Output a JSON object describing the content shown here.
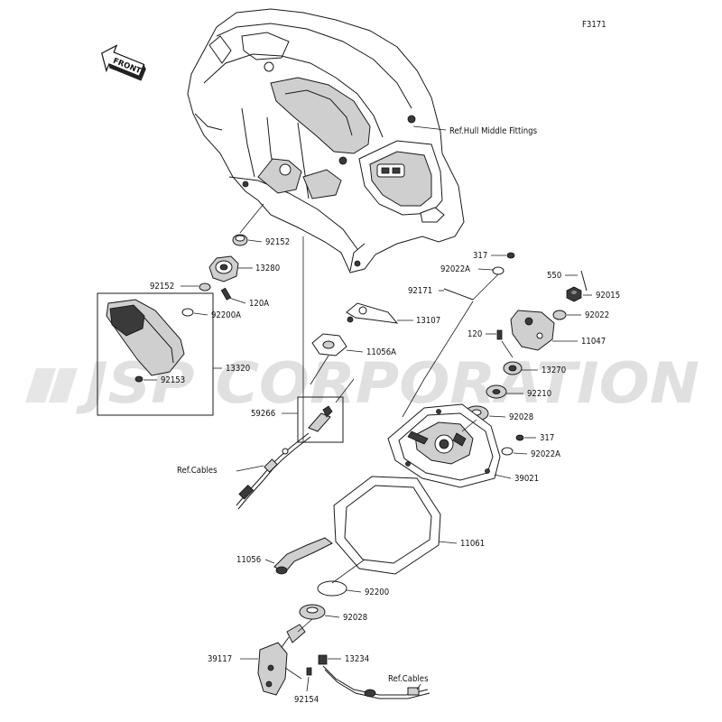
{
  "figure_code": "F3171",
  "front_label": "FRONT",
  "watermark": "JSP CORPORATION",
  "ref_hull": "Ref.Hull Middle Fittings",
  "ref_cables_1": "Ref.Cables",
  "ref_cables_2": "Ref.Cables",
  "parts": {
    "p92152a": "92152",
    "p13280": "13280",
    "p92152b": "92152",
    "p120a": "120A",
    "p92200a": "92200A",
    "p13320": "13320",
    "p92153": "92153",
    "p13107": "13107",
    "p11056a": "11056A",
    "p59266": "59266",
    "p317a": "317",
    "p92022a_1": "92022A",
    "p92171": "92171",
    "p550": "550",
    "p92015": "92015",
    "p92022": "92022",
    "p120": "120",
    "p11047": "11047",
    "p13270": "13270",
    "p92210": "92210",
    "p92028a": "92028",
    "p317b": "317",
    "p92022a_2": "92022A",
    "p39021": "39021",
    "p11061": "11061",
    "p11056": "11056",
    "p92200": "92200",
    "p92028b": "92028",
    "p39117": "39117",
    "p13234": "13234",
    "p92154": "92154"
  }
}
